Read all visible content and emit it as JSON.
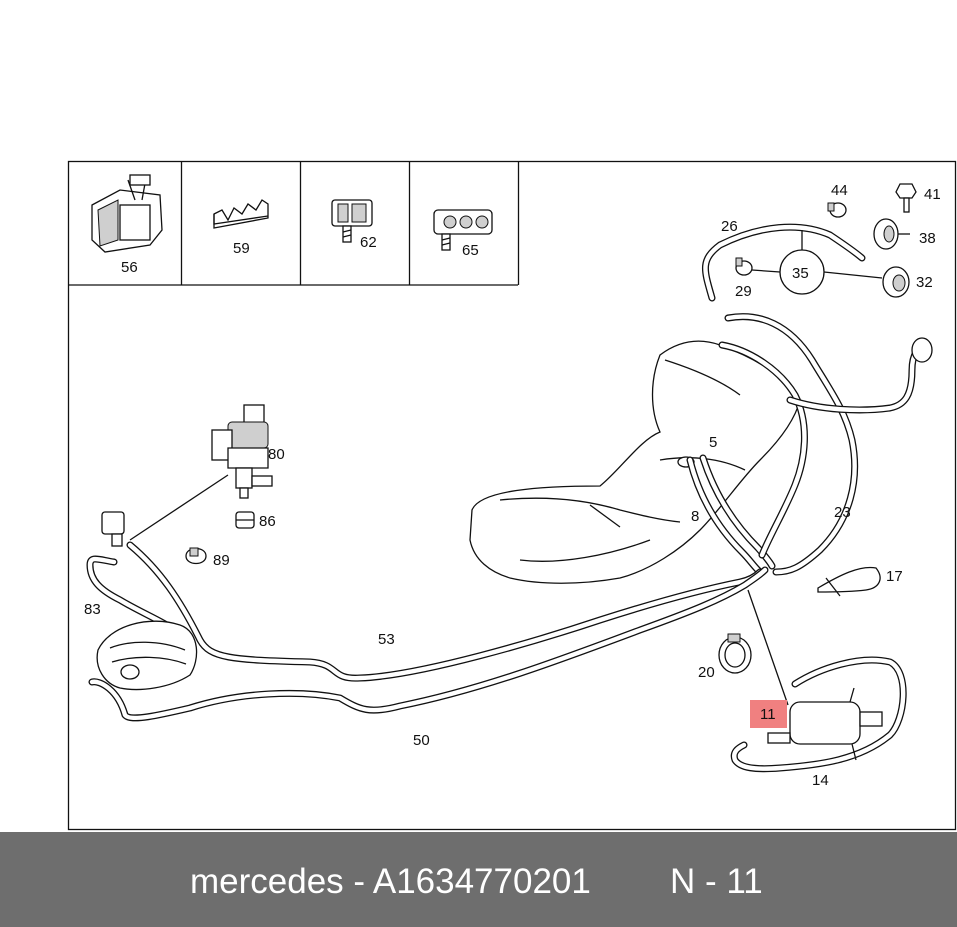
{
  "callouts": {
    "c56": "56",
    "c59": "59",
    "c62": "62",
    "c65": "65",
    "c44": "44",
    "c41": "41",
    "c26": "26",
    "c38": "38",
    "c35": "35",
    "c29": "29",
    "c32": "32",
    "c80": "80",
    "c86": "86",
    "c89": "89",
    "c83": "83",
    "c5": "5",
    "c8": "8",
    "c23": "23",
    "c17": "17",
    "c53": "53",
    "c50": "50",
    "c20": "20",
    "c11": "11",
    "c14": "14"
  },
  "highlight_color": "#f08080",
  "footer": {
    "left": "mercedes - A1634770201",
    "right": "N - 11",
    "background": "#6e6e6e"
  }
}
